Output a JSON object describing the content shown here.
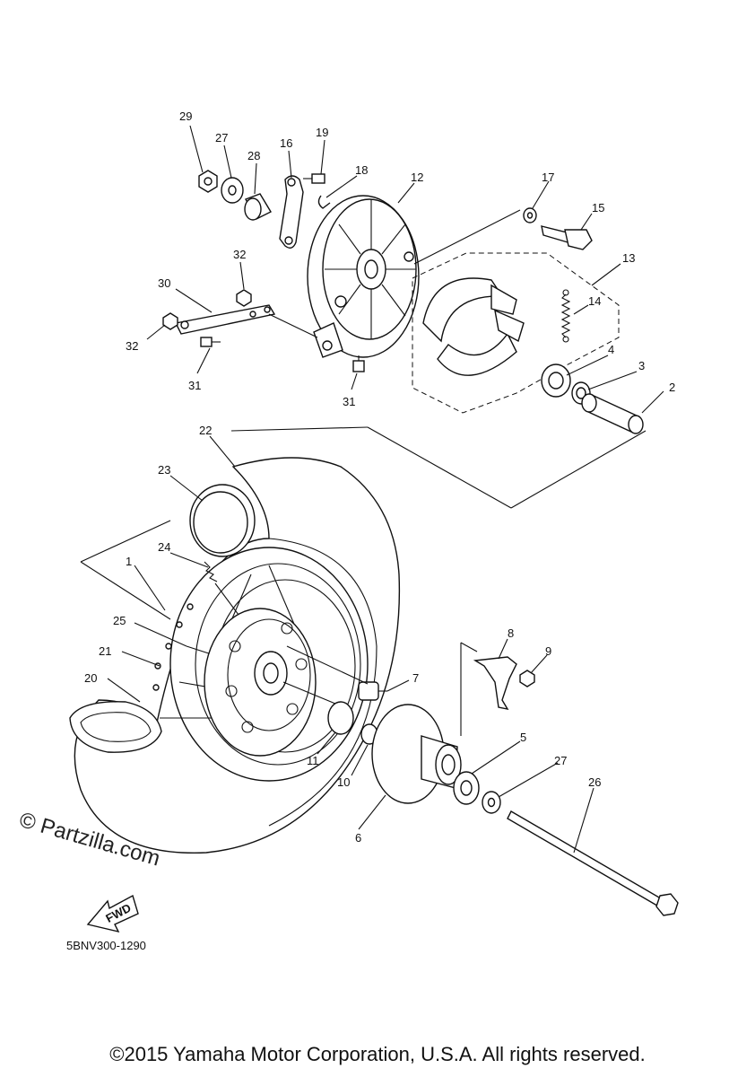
{
  "watermark": "© Partzilla.com",
  "diagram_code": "5BNV300-1290",
  "fwd_label": "FWD",
  "copyright": "©2015 Yamaha Motor Corporation, U.S.A. All rights reserved.",
  "callouts": [
    {
      "id": "1",
      "label": "1"
    },
    {
      "id": "2",
      "label": "2"
    },
    {
      "id": "3",
      "label": "3"
    },
    {
      "id": "4",
      "label": "4"
    },
    {
      "id": "5",
      "label": "5"
    },
    {
      "id": "6",
      "label": "6"
    },
    {
      "id": "7",
      "label": "7"
    },
    {
      "id": "8",
      "label": "8"
    },
    {
      "id": "9",
      "label": "9"
    },
    {
      "id": "10",
      "label": "10"
    },
    {
      "id": "11",
      "label": "11"
    },
    {
      "id": "12",
      "label": "12"
    },
    {
      "id": "13",
      "label": "13"
    },
    {
      "id": "14",
      "label": "14"
    },
    {
      "id": "15",
      "label": "15"
    },
    {
      "id": "16",
      "label": "16"
    },
    {
      "id": "17",
      "label": "17"
    },
    {
      "id": "18",
      "label": "18"
    },
    {
      "id": "19",
      "label": "19"
    },
    {
      "id": "20",
      "label": "20"
    },
    {
      "id": "21",
      "label": "21"
    },
    {
      "id": "22",
      "label": "22"
    },
    {
      "id": "23",
      "label": "23"
    },
    {
      "id": "24",
      "label": "24"
    },
    {
      "id": "25",
      "label": "25"
    },
    {
      "id": "26",
      "label": "26"
    },
    {
      "id": "27a",
      "label": "27"
    },
    {
      "id": "27b",
      "label": "27"
    },
    {
      "id": "28",
      "label": "28"
    },
    {
      "id": "29",
      "label": "29"
    },
    {
      "id": "30",
      "label": "30"
    },
    {
      "id": "31a",
      "label": "31"
    },
    {
      "id": "31b",
      "label": "31"
    },
    {
      "id": "32a",
      "label": "32"
    },
    {
      "id": "32b",
      "label": "32"
    }
  ]
}
